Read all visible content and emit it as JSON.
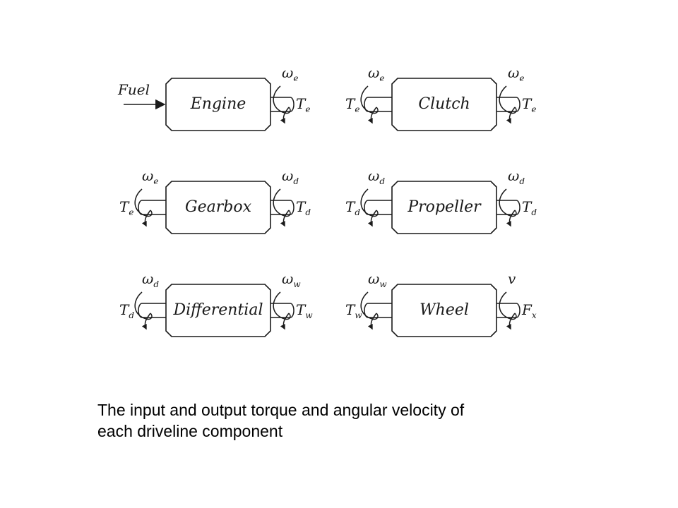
{
  "blocks": [
    {
      "key": "engine",
      "name": "Engine",
      "input": {
        "kind": "arrow",
        "label": "Fuel"
      },
      "output": {
        "omega": "ω",
        "omega_sub": "e",
        "torque": "T",
        "torque_sub": "e"
      }
    },
    {
      "key": "clutch",
      "name": "Clutch",
      "input": {
        "kind": "shaft",
        "omega": "ω",
        "omega_sub": "e",
        "torque": "T",
        "torque_sub": "e"
      },
      "output": {
        "omega": "ω",
        "omega_sub": "e",
        "torque": "T",
        "torque_sub": "e"
      }
    },
    {
      "key": "gearbox",
      "name": "Gearbox",
      "input": {
        "kind": "shaft",
        "omega": "ω",
        "omega_sub": "e",
        "torque": "T",
        "torque_sub": "e"
      },
      "output": {
        "omega": "ω",
        "omega_sub": "d",
        "torque": "T",
        "torque_sub": "d"
      }
    },
    {
      "key": "propeller",
      "name": "Propeller",
      "input": {
        "kind": "shaft",
        "omega": "ω",
        "omega_sub": "d",
        "torque": "T",
        "torque_sub": "d"
      },
      "output": {
        "omega": "ω",
        "omega_sub": "d",
        "torque": "T",
        "torque_sub": "d"
      }
    },
    {
      "key": "differential",
      "name": "Differential",
      "input": {
        "kind": "shaft",
        "omega": "ω",
        "omega_sub": "d",
        "torque": "T",
        "torque_sub": "d"
      },
      "output": {
        "omega": "ω",
        "omega_sub": "w",
        "torque": "T",
        "torque_sub": "w"
      }
    },
    {
      "key": "wheel",
      "name": "Wheel",
      "input": {
        "kind": "shaft",
        "omega": "ω",
        "omega_sub": "w",
        "torque": "T",
        "torque_sub": "w"
      },
      "output": {
        "omega": "v",
        "omega_sub": "",
        "torque": "F",
        "torque_sub": "x"
      }
    }
  ],
  "caption": {
    "line1": "The input and output torque and angular velocity of",
    "line2": "each driveline component"
  }
}
